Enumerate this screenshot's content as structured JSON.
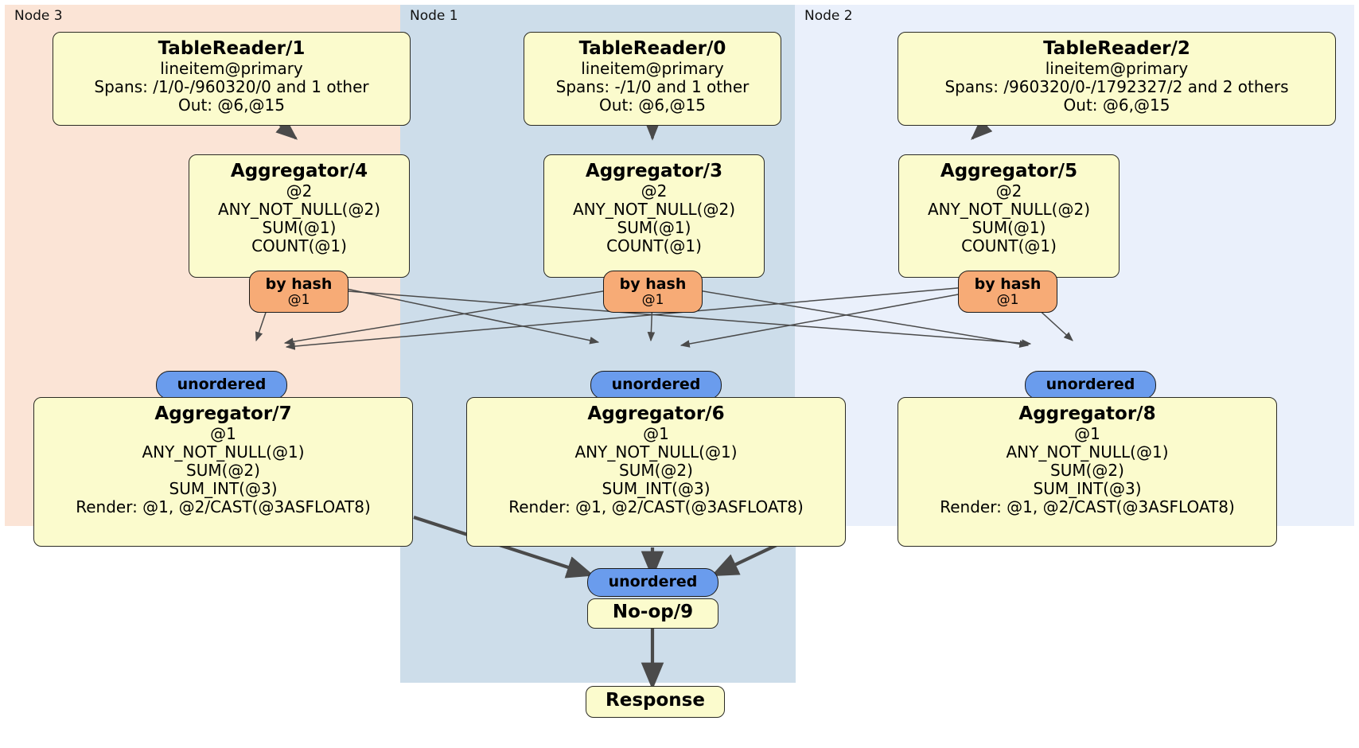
{
  "diagram": {
    "title": "Distributed SQL physical plan",
    "colors": {
      "node3_panel": "#fbe4d6",
      "node1_panel": "#cdddea",
      "node2_panel": "#eaf0fb",
      "processor_box": "#fbfbcd",
      "hash_badge": "#f7ab76",
      "unordered_badge": "#6a9ced",
      "edge": "#4a4a4a",
      "border": "#2b2b24"
    }
  },
  "panels": [
    {
      "id": "node3",
      "label": "Node 3"
    },
    {
      "id": "node1",
      "label": "Node 1"
    },
    {
      "id": "node2",
      "label": "Node 2"
    }
  ],
  "processors": {
    "table_reader_1": {
      "title": "TableReader/1",
      "lines": [
        "lineitem@primary",
        "Spans: /1/0-/960320/0 and 1 other",
        "Out: @6,@15"
      ]
    },
    "table_reader_0": {
      "title": "TableReader/0",
      "lines": [
        "lineitem@primary",
        "Spans: -/1/0 and 1 other",
        "Out: @6,@15"
      ]
    },
    "table_reader_2": {
      "title": "TableReader/2",
      "lines": [
        "lineitem@primary",
        "Spans: /960320/0-/1792327/2 and 2 others",
        "Out: @6,@15"
      ]
    },
    "aggregator_4": {
      "title": "Aggregator/4",
      "lines": [
        "@2",
        "ANY_NOT_NULL(@2)",
        "SUM(@1)",
        "COUNT(@1)"
      ]
    },
    "aggregator_3": {
      "title": "Aggregator/3",
      "lines": [
        "@2",
        "ANY_NOT_NULL(@2)",
        "SUM(@1)",
        "COUNT(@1)"
      ]
    },
    "aggregator_5": {
      "title": "Aggregator/5",
      "lines": [
        "@2",
        "ANY_NOT_NULL(@2)",
        "SUM(@1)",
        "COUNT(@1)"
      ]
    },
    "aggregator_7": {
      "title": "Aggregator/7",
      "lines": [
        "@1",
        "ANY_NOT_NULL(@1)",
        "SUM(@2)",
        "SUM_INT(@3)",
        "Render: @1, @2/CAST(@3ASFLOAT8)"
      ]
    },
    "aggregator_6": {
      "title": "Aggregator/6",
      "lines": [
        "@1",
        "ANY_NOT_NULL(@1)",
        "SUM(@2)",
        "SUM_INT(@3)",
        "Render: @1, @2/CAST(@3ASFLOAT8)"
      ]
    },
    "aggregator_8": {
      "title": "Aggregator/8",
      "lines": [
        "@1",
        "ANY_NOT_NULL(@1)",
        "SUM(@2)",
        "SUM_INT(@3)",
        "Render: @1, @2/CAST(@3ASFLOAT8)"
      ]
    },
    "noop_9": {
      "title": "No-op/9",
      "lines": []
    },
    "response": {
      "title": "Response",
      "lines": []
    }
  },
  "badges": {
    "hash_left": {
      "type": "by hash",
      "column": "@1"
    },
    "hash_center": {
      "type": "by hash",
      "column": "@1"
    },
    "hash_right": {
      "type": "by hash",
      "column": "@1"
    },
    "unordered_left": {
      "label": "unordered"
    },
    "unordered_center": {
      "label": "unordered"
    },
    "unordered_right": {
      "label": "unordered"
    },
    "unordered_final": {
      "label": "unordered"
    }
  }
}
